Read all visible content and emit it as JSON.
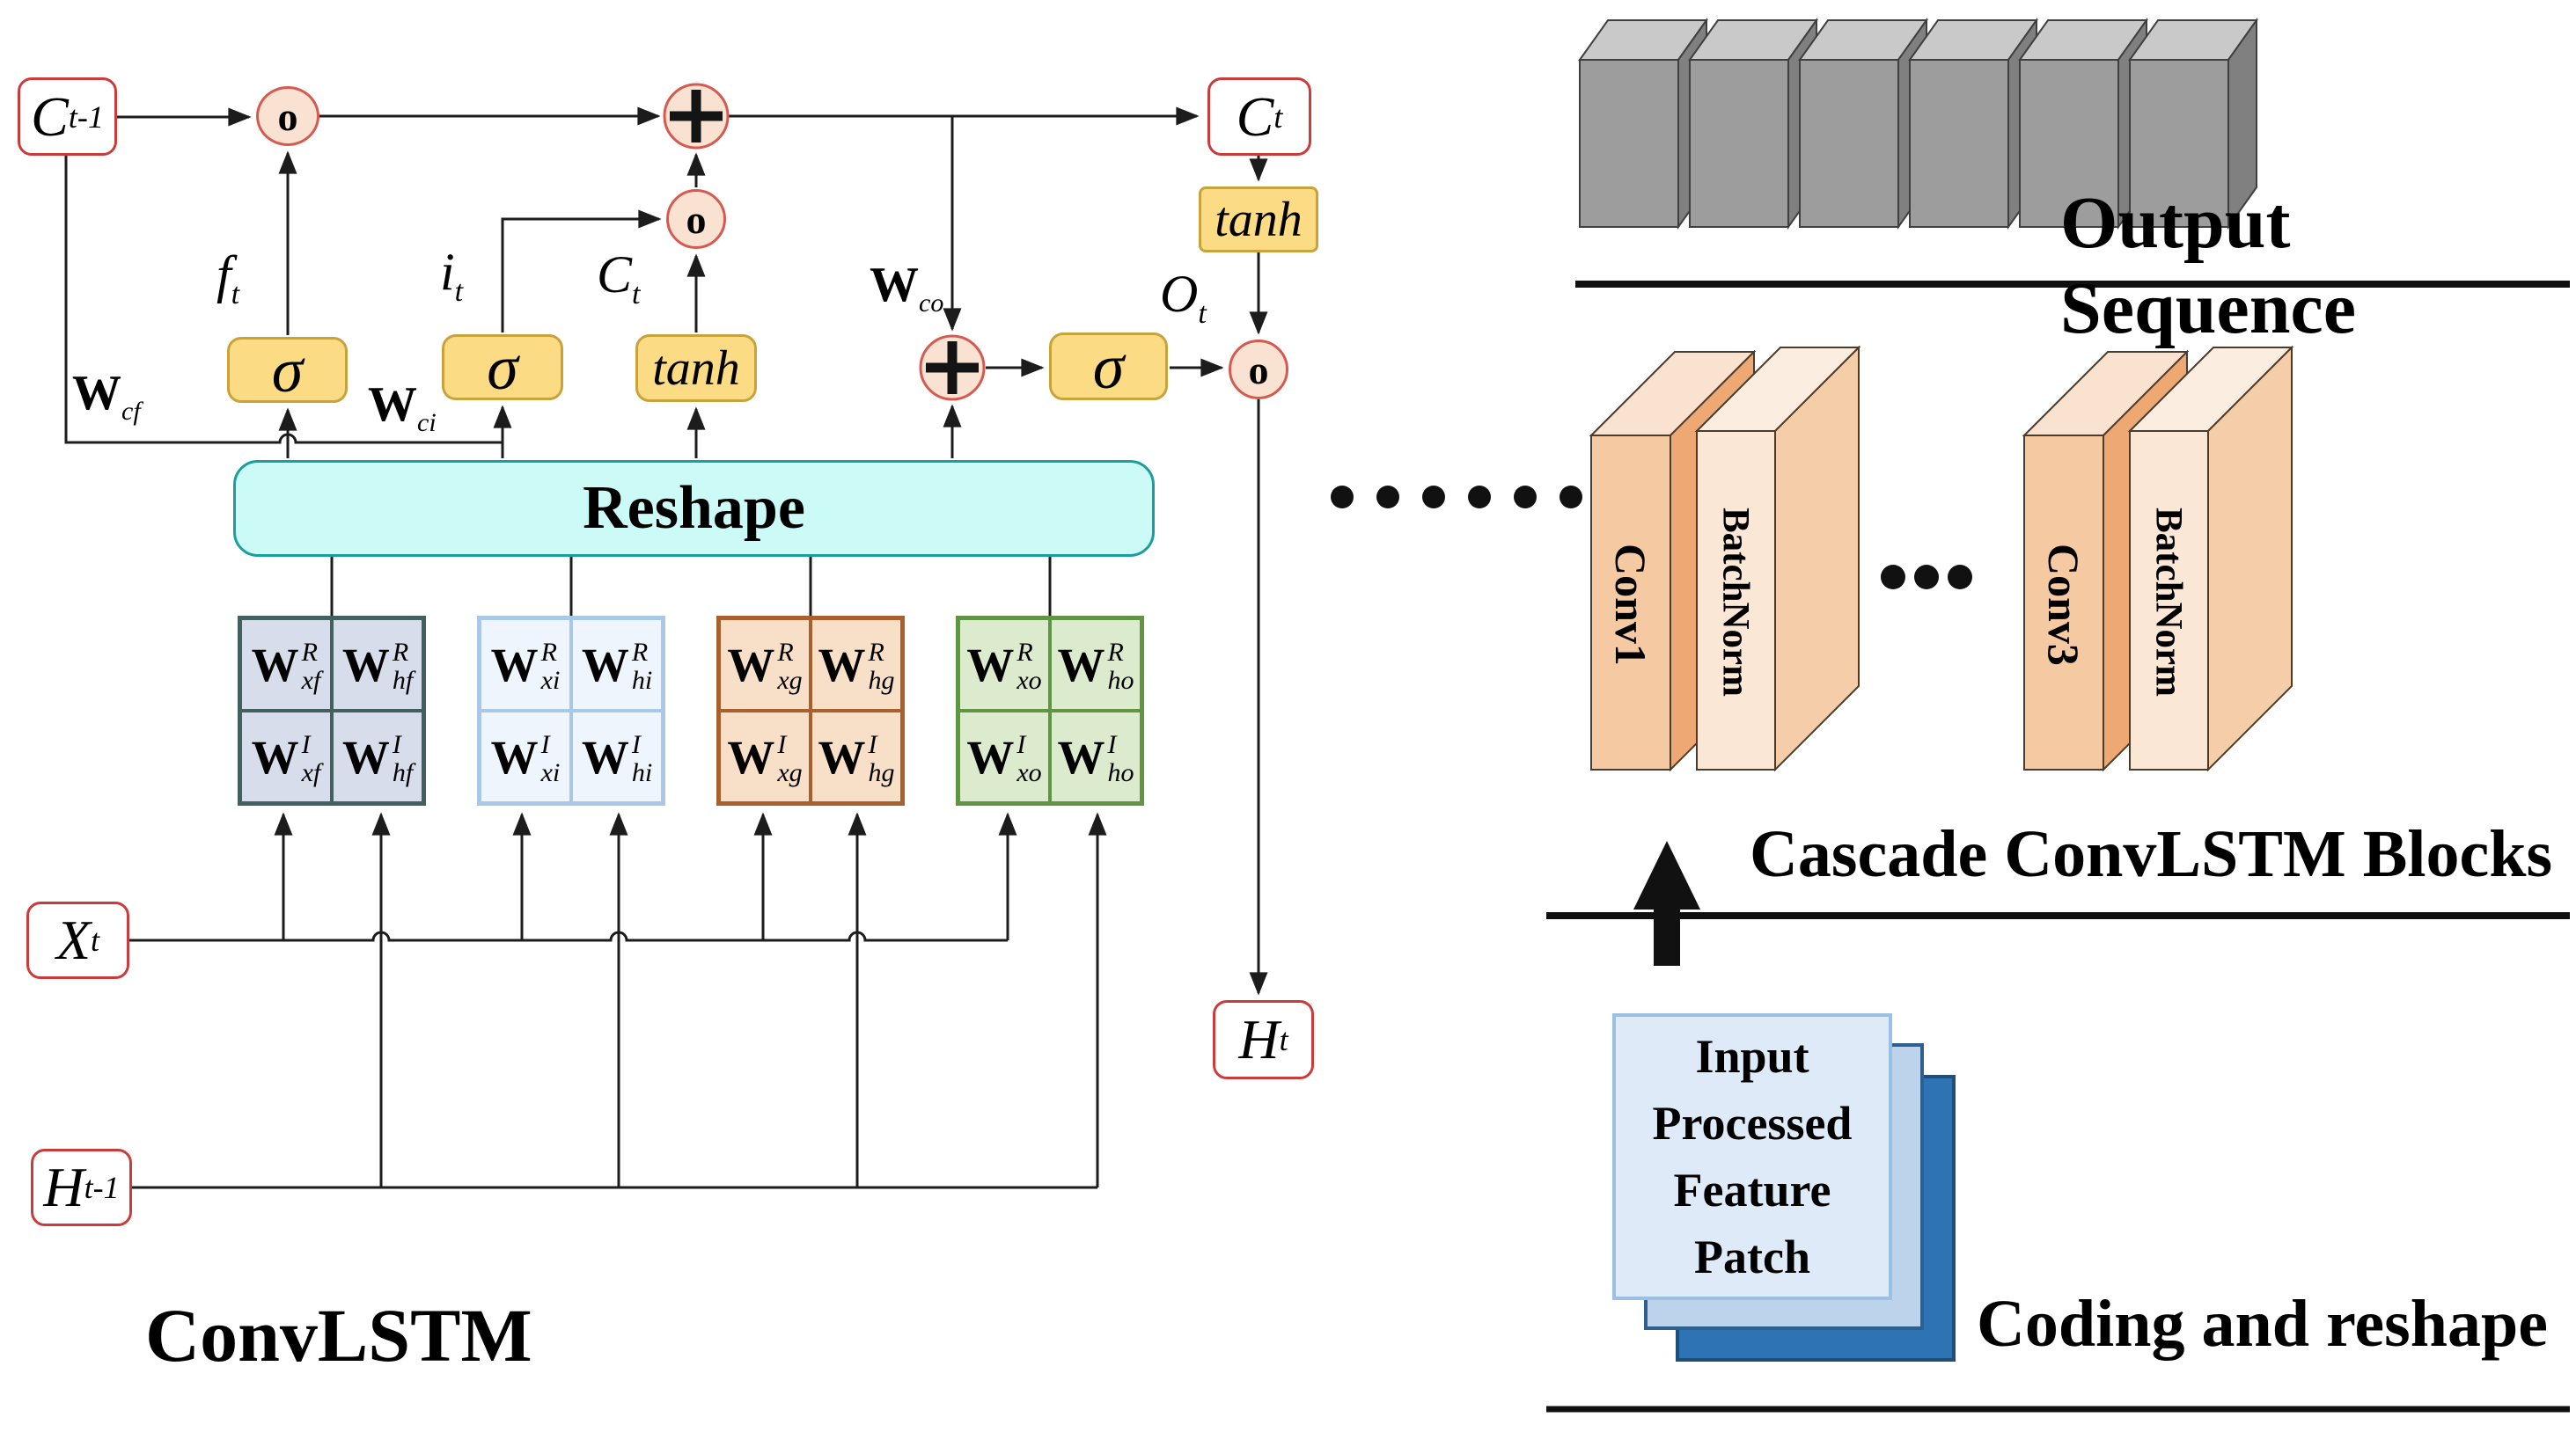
{
  "diagram": {
    "left_title": "ConvLSTM",
    "reshape_label": "Reshape"
  },
  "colors": {
    "node_border": "#cc3b3b",
    "op_circle_fill": "#f9e2d2",
    "op_circle_border": "#d65a50",
    "gate_fill": "#fbdc84",
    "gate_border": "#c9a23c",
    "reshape_fill": "#cbfaf7",
    "reshape_border": "#1b9e9e",
    "group_forget": "#d8ddec",
    "group_input": "#eff5fc",
    "group_cell": "#f8dfc8",
    "group_output": "#dceacd",
    "cube_gray": "#9d9d9d",
    "conv_slab": "#f5c9a2",
    "batchnorm_slab": "#fbe7d6",
    "patch_front": "#deeaf7",
    "patch_back": "#2e74b5"
  },
  "left": {
    "w_base": "W",
    "nodes": {
      "c_prev": {
        "base": "C",
        "sub": "t-1"
      },
      "c_next": {
        "base": "C",
        "sub": "t"
      },
      "x_t": {
        "base": "X",
        "sub": "t"
      },
      "h_prev": {
        "base": "H",
        "sub": "t-1"
      },
      "h_t": {
        "base": "H",
        "sub": "t"
      }
    },
    "ops": {
      "hadamard": "o",
      "sigma": "σ",
      "tanh": "tanh"
    },
    "labels": {
      "f_t": {
        "base": "f",
        "sub": "t"
      },
      "i_t": {
        "base": "i",
        "sub": "t"
      },
      "c_t": {
        "base": "C",
        "sub": "t"
      },
      "o_t": {
        "base": "O",
        "sub": "t"
      },
      "w_cf": {
        "base": "W",
        "sub": "cf"
      },
      "w_ci": {
        "base": "W",
        "sub": "ci"
      },
      "w_co": {
        "base": "W",
        "sub": "co"
      }
    },
    "weight_groups": [
      {
        "gate": "forget",
        "cells": [
          {
            "sup": "R",
            "sub": "xf"
          },
          {
            "sup": "R",
            "sub": "hf"
          },
          {
            "sup": "I",
            "sub": "xf"
          },
          {
            "sup": "I",
            "sub": "hf"
          }
        ]
      },
      {
        "gate": "input",
        "cells": [
          {
            "sup": "R",
            "sub": "xi"
          },
          {
            "sup": "R",
            "sub": "hi"
          },
          {
            "sup": "I",
            "sub": "xi"
          },
          {
            "sup": "I",
            "sub": "hi"
          }
        ]
      },
      {
        "gate": "cell",
        "cells": [
          {
            "sup": "R",
            "sub": "xg"
          },
          {
            "sup": "R",
            "sub": "hg"
          },
          {
            "sup": "I",
            "sub": "xg"
          },
          {
            "sup": "I",
            "sub": "hg"
          }
        ]
      },
      {
        "gate": "output",
        "cells": [
          {
            "sup": "R",
            "sub": "xo"
          },
          {
            "sup": "R",
            "sub": "ho"
          },
          {
            "sup": "I",
            "sub": "xo"
          },
          {
            "sup": "I",
            "sub": "ho"
          }
        ]
      }
    ]
  },
  "right": {
    "output_sequence_label": "Output Sequence",
    "cascade_label": "Cascade ConvLSTM Blocks",
    "coding_label": "Coding and reshape",
    "conv_pairs": [
      {
        "conv": "Conv1",
        "bn": "BatchNorm"
      },
      {
        "conv": "Conv3",
        "bn": "BatchNorm"
      }
    ],
    "patch_lines": [
      "Input",
      "Processed",
      "Feature",
      "Patch"
    ]
  }
}
